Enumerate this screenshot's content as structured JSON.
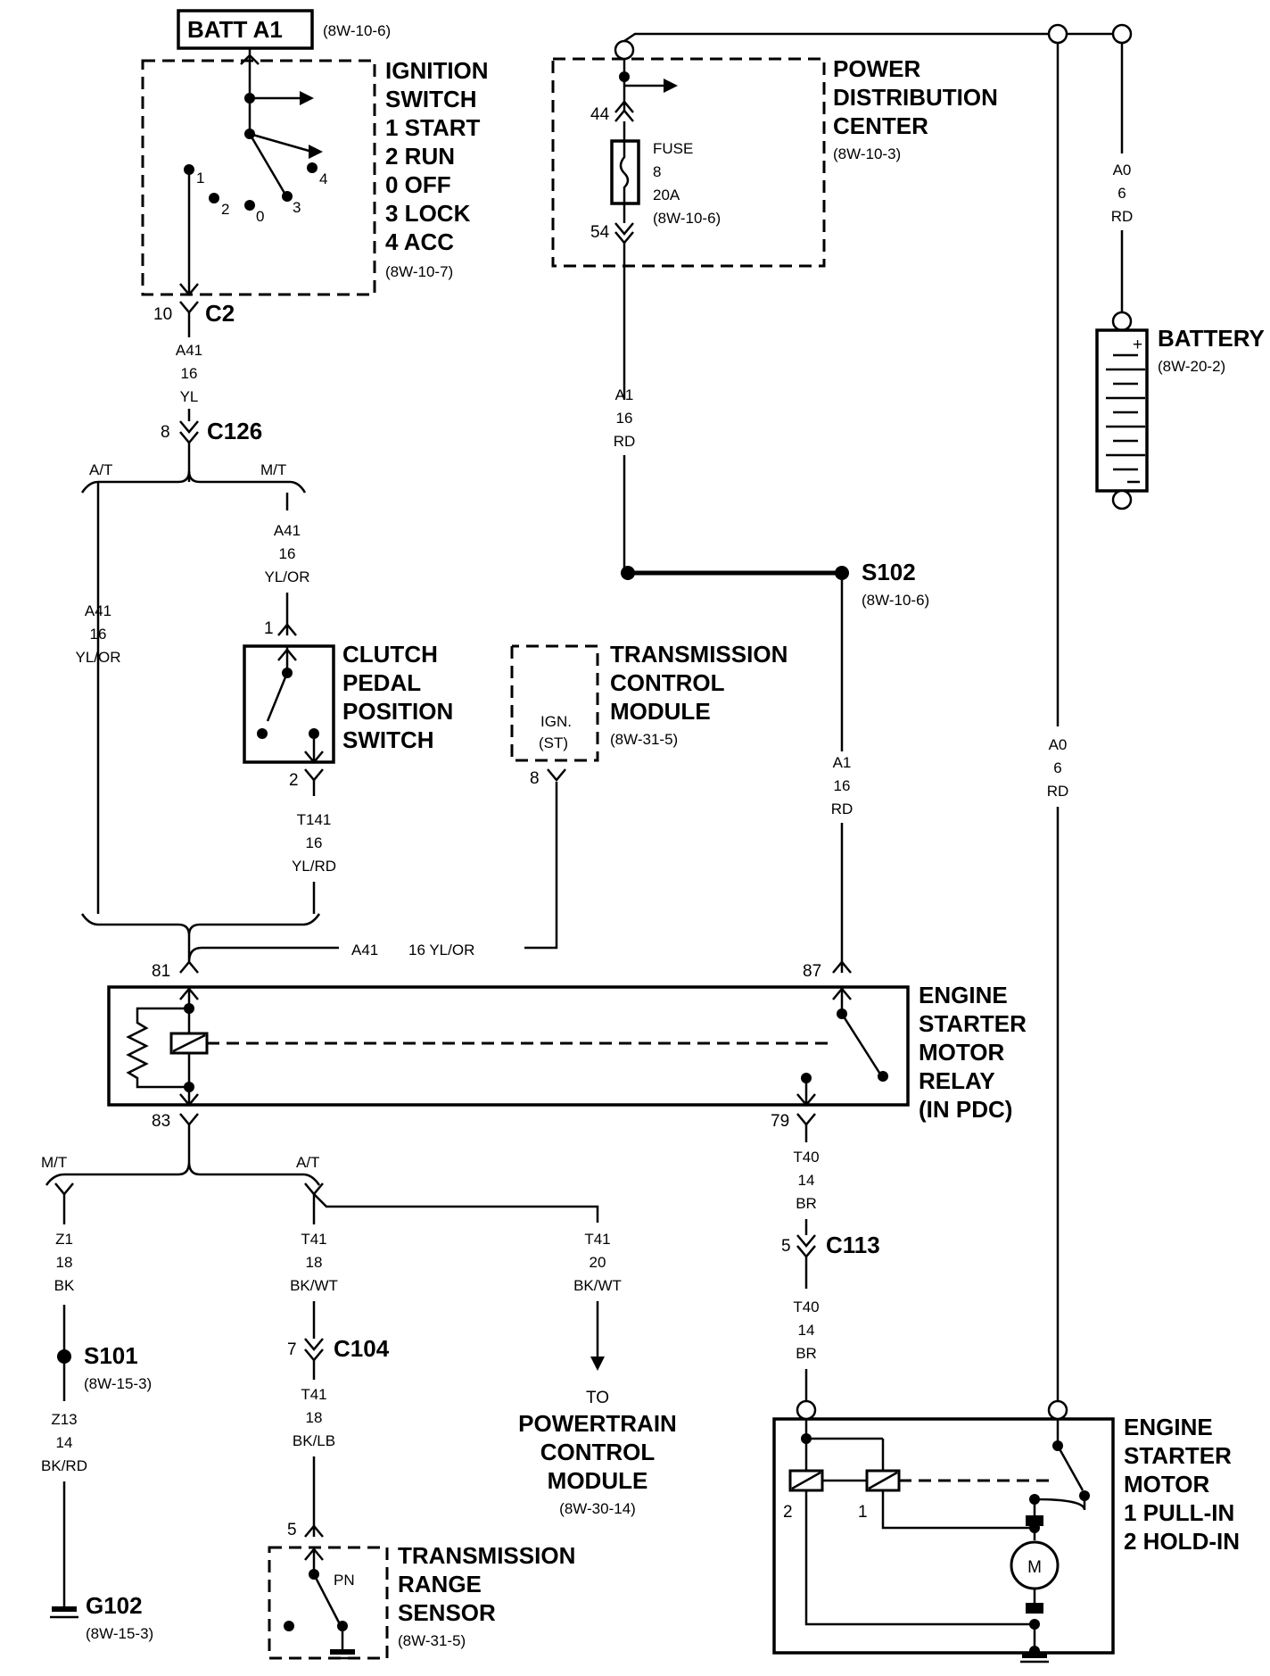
{
  "batt_a1": {
    "title": "BATT A1",
    "ref": "(8W-10-6)"
  },
  "ignition_switch": {
    "lines": [
      "IGNITION",
      "SWITCH",
      "1 START",
      "2 RUN",
      "0 OFF",
      "3 LOCK",
      "4 ACC"
    ],
    "ref": "(8W-10-7)",
    "pos_labels": [
      "1",
      "2",
      "0",
      "3",
      "4"
    ],
    "connector": "C2",
    "pin": "10"
  },
  "wire_a41_top": {
    "circuit": "A41",
    "gauge": "16",
    "color": "YL"
  },
  "c126": {
    "name": "C126",
    "pin": "8"
  },
  "branch_top": {
    "at": "A/T",
    "mt": "M/T"
  },
  "wire_a41_at": {
    "circuit": "A41",
    "gauge": "16",
    "color": "YL/OR"
  },
  "wire_a41_mt": {
    "circuit": "A41",
    "gauge": "16",
    "color": "YL/OR"
  },
  "clutch_switch": {
    "lines": [
      "CLUTCH",
      "PEDAL",
      "POSITION",
      "SWITCH"
    ],
    "pin_in": "1",
    "pin_out": "2"
  },
  "wire_t141": {
    "circuit": "T141",
    "gauge": "16",
    "color": "YL/RD"
  },
  "pdc": {
    "lines": [
      "POWER",
      "DISTRIBUTION",
      "CENTER"
    ],
    "ref": "(8W-10-3)",
    "fuse_lines": [
      "FUSE",
      "8",
      "20A",
      "(8W-10-6)"
    ],
    "pin_in": "44",
    "pin_out": "54"
  },
  "wire_a1_top": {
    "circuit": "A1",
    "gauge": "16",
    "color": "RD"
  },
  "s102": {
    "name": "S102",
    "ref": "(8W-10-6)"
  },
  "wire_a1_bottom": {
    "circuit": "A1",
    "gauge": "16",
    "color": "RD"
  },
  "tcm": {
    "lines": [
      "TRANSMISSION",
      "CONTROL",
      "MODULE"
    ],
    "ref": "(8W-31-5)",
    "ign": "IGN.",
    "st": "(ST)",
    "pin": "8"
  },
  "wire_a41_tcm": {
    "circuit": "A41",
    "spec": "16 YL/OR"
  },
  "battery": {
    "title": "BATTERY",
    "ref": "(8W-20-2)"
  },
  "wire_a0_top": {
    "circuit": "A0",
    "gauge": "6",
    "color": "RD"
  },
  "wire_a0_mid": {
    "circuit": "A0",
    "gauge": "6",
    "color": "RD"
  },
  "relay": {
    "lines": [
      "ENGINE",
      "STARTER",
      "MOTOR",
      "RELAY",
      "(IN PDC)"
    ],
    "pin81": "81",
    "pin83": "83",
    "pin87": "87",
    "pin79": "79"
  },
  "branch_bottom": {
    "mt": "M/T",
    "at": "A/T"
  },
  "wire_z1": {
    "circuit": "Z1",
    "gauge": "18",
    "color": "BK"
  },
  "s101": {
    "name": "S101",
    "ref": "(8W-15-3)"
  },
  "wire_z13": {
    "circuit": "Z13",
    "gauge": "14",
    "color": "BK/RD"
  },
  "g102": {
    "name": "G102",
    "ref": "(8W-15-3)"
  },
  "wire_t41_a": {
    "circuit": "T41",
    "gauge": "18",
    "color": "BK/WT"
  },
  "c104": {
    "name": "C104",
    "pin": "7"
  },
  "wire_t41_b": {
    "circuit": "T41",
    "gauge": "18",
    "color": "BK/LB"
  },
  "wire_t41_pcm": {
    "circuit": "T41",
    "gauge": "20",
    "color": "BK/WT"
  },
  "pcm": {
    "to": "TO",
    "lines": [
      "POWERTRAIN",
      "CONTROL",
      "MODULE"
    ],
    "ref": "(8W-30-14)"
  },
  "trs": {
    "lines": [
      "TRANSMISSION",
      "RANGE",
      "SENSOR"
    ],
    "ref": "(8W-31-5)",
    "pn": "PN",
    "pin": "5"
  },
  "wire_t40_a": {
    "circuit": "T40",
    "gauge": "14",
    "color": "BR"
  },
  "c113": {
    "name": "C113",
    "pin": "5"
  },
  "wire_t40_b": {
    "circuit": "T40",
    "gauge": "14",
    "color": "BR"
  },
  "starter": {
    "lines": [
      "ENGINE",
      "STARTER",
      "MOTOR",
      "1 PULL-IN",
      "2 HOLD-IN"
    ],
    "coil1": "1",
    "coil2": "2",
    "motor": "M"
  }
}
